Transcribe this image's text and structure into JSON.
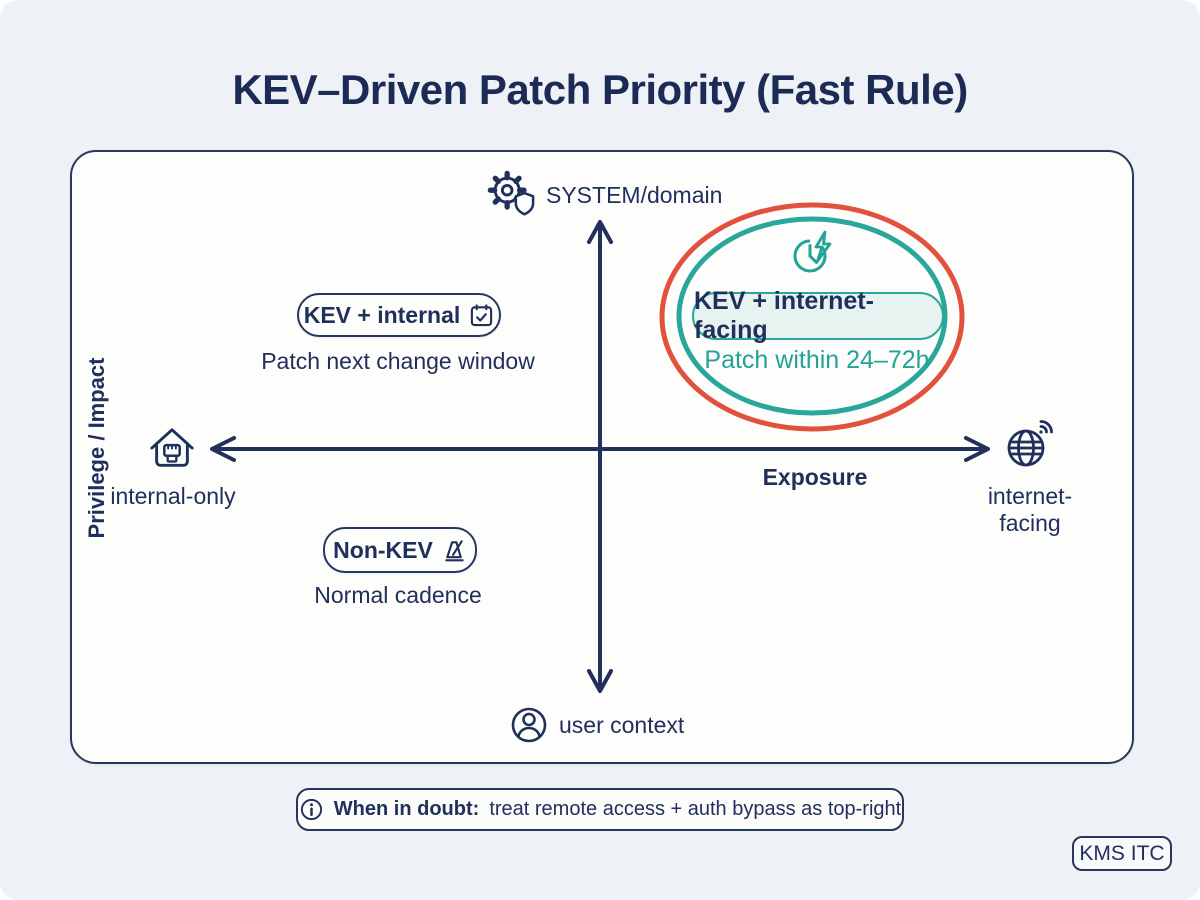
{
  "title": "KEV–Driven Patch Priority (Fast Rule)",
  "colors": {
    "navy": "#20305c",
    "teal": "#23a295",
    "red": "#e2513d",
    "teal_badge_bg": "#e6f3f0",
    "panel_bg": "#fdfdfb",
    "page_bg": "#eef1f5"
  },
  "axes": {
    "y_axis_label": "Privilege / Impact",
    "x_axis_label": "Exposure",
    "y_top": {
      "label": "SYSTEM/domain",
      "icon": "gear-shield-icon"
    },
    "y_bottom": {
      "label": "user context",
      "icon": "user-icon"
    },
    "x_left": {
      "label": "internal-only",
      "icon": "house-network-icon"
    },
    "x_right": {
      "label": "internet-facing",
      "icon": "globe-signal-icon"
    }
  },
  "quadrants": {
    "top_left": {
      "badge": "KEV + internal",
      "badge_icon": "calendar-check-icon",
      "caption": "Patch next change window"
    },
    "top_right": {
      "badge": "KEV + internet-facing",
      "icon": "clock-lightning-icon",
      "caption": "Patch within 24–72h",
      "highlight": "double ellipse (red outer, teal inner)"
    },
    "bottom_left": {
      "badge": "Non-KEV",
      "badge_icon": "metronome-icon",
      "caption": "Normal cadence"
    }
  },
  "note": {
    "icon": "info-icon",
    "bold": "When in doubt:",
    "text": "treat remote access + auth bypass as top-right"
  },
  "footer_badge": "KMS ITC"
}
